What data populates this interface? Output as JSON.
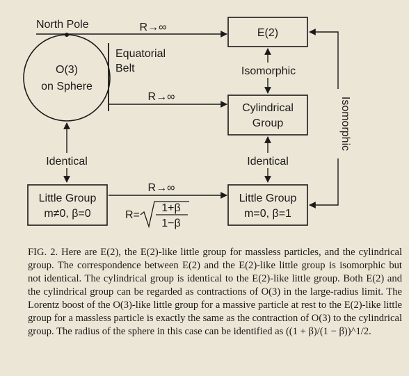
{
  "nodes": {
    "north_pole": "North Pole",
    "sphere_line1": "O(3)",
    "sphere_line2": "on Sphere",
    "equatorial_line1": "Equatorial",
    "equatorial_line2": "Belt",
    "e2": "E(2)",
    "cylindrical_line1": "Cylindrical",
    "cylindrical_line2": "Group",
    "little_massive_line1": "Little Group",
    "little_massive_line2": "m≠0, β=0",
    "little_massless_line1": "Little Group",
    "little_massless_line2": "m=0, β=1"
  },
  "edges": {
    "limit_top": "R→∞",
    "limit_middle": "R→∞",
    "limit_bottom": "R→∞",
    "isomorphic_center": "Isomorphic",
    "isomorphic_right": "Isomorphic",
    "identical_left": "Identical",
    "identical_center": "Identical",
    "radius_prefix": "R=",
    "radius_num": "1+β",
    "radius_den": "1−β"
  },
  "caption": {
    "text": "FIG. 2. Here are E(2), the E(2)-like little group for massless particles, and the cylindrical group. The correspondence between E(2) and the E(2)-like little group is isomorphic but not identical. The cylindrical group is identical to the E(2)-like little group. Both E(2) and the cylindrical group can be regarded as contractions of O(3) in the large-radius limit. The Lorentz boost of the O(3)-like little group for a massive particle at rest to the E(2)-like little group for a massless particle is exactly the same as the contraction of O(3) to the cylindrical group. The radius of the sphere in this case can be identified as ((1 + β)/(1 − β))^1/2."
  }
}
